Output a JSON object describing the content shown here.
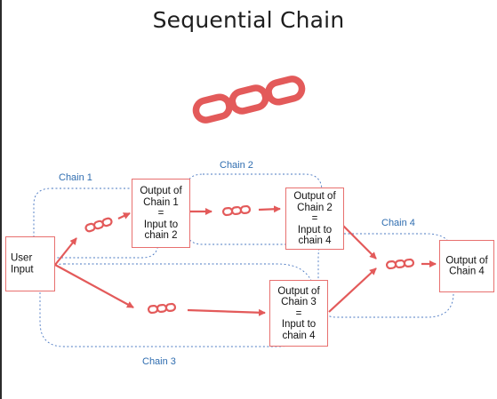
{
  "title": "Sequential Chain",
  "nodes": {
    "user_input": "User\nInput",
    "chain1_output": "Output of\nChain 1\n=\nInput to\nchain 2",
    "chain2_output": "Output of\nChain 2\n=\nInput to\nchain 4",
    "chain3_output": "Output of\nChain 3\n=\nInput to\nchain 4",
    "final_output": "Output of\nChain 4"
  },
  "chain_labels": {
    "chain1": "Chain 1",
    "chain2": "Chain 2",
    "chain3": "Chain 3",
    "chain4": "Chain 4"
  },
  "colors": {
    "accent_red": "#e35a5a",
    "box_border": "#e8706f",
    "dotted_outline": "#4a78c2",
    "label_blue": "#2f6db0"
  },
  "icons": {
    "chain_links": "chain-link-icon"
  }
}
